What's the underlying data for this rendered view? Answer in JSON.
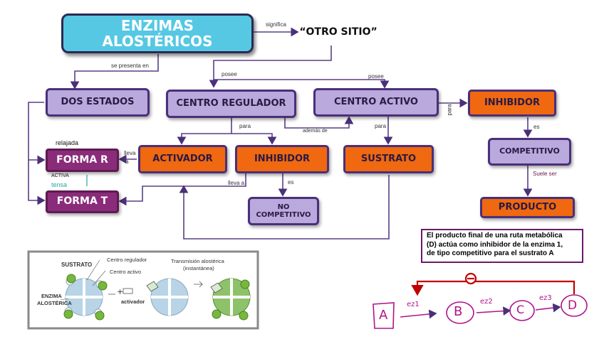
{
  "title": "ENZIMAS ALOSTÉRICOS",
  "otro_sitio": "“OTRO SITIO”",
  "nodes": {
    "dos_estados": "DOS ESTADOS",
    "centro_regulador": "CENTRO REGULADOR",
    "centro_activo": "CENTRO ACTIVO",
    "inhibidor_right": "INHIBIDOR",
    "activador": "ACTIVADOR",
    "inhibidor_mid": "INHIBIDOR",
    "sustrato": "SUSTRATO",
    "competitivo": "COMPETITIVO",
    "producto": "PRODUCTO",
    "forma_r": "FORMA R",
    "forma_t": "FORMA T",
    "no_competitivo_1": "NO",
    "no_competitivo_2": "COMPETITIVO"
  },
  "links": {
    "significa": "significa",
    "se_presenta_en": "se presenta en",
    "posee_1": "posee",
    "posee_2": "posee",
    "para_1": "para",
    "para_2": "para",
    "para_3": "para",
    "ademas_de": "además de",
    "es_1": "es",
    "es_2": "es",
    "suele_ser": "Suele ser",
    "lleva_a_1": "lleva",
    "lleva_a_2": "a",
    "lleva_a_3": "lleva a",
    "relajada": "relajada",
    "activa": "ACTIVA",
    "tensa": "tensa"
  },
  "note": {
    "line1": "El producto final de una ruta metabólica",
    "line2": "(D) actúa como inhibidor de la enzima 1,",
    "line3": "de tipo competitivo para el sustrato A"
  },
  "illustration": {
    "sustrato": "SUSTRATO",
    "centro_regulador": "Centro regulador",
    "centro_activo": "Centro activo",
    "transmision_1": "Transmisión alostérica",
    "transmision_2": "(instantánea)",
    "enzima": "ENZIMA",
    "alosterica": "ALOSTÉRICA",
    "activador": "activador"
  },
  "pathway": {
    "a": "A",
    "b": "B",
    "c": "C",
    "d": "D",
    "ez1": "ez1",
    "ez2": "ez2",
    "ez3": "ez3",
    "inhibit": "⊖"
  }
}
